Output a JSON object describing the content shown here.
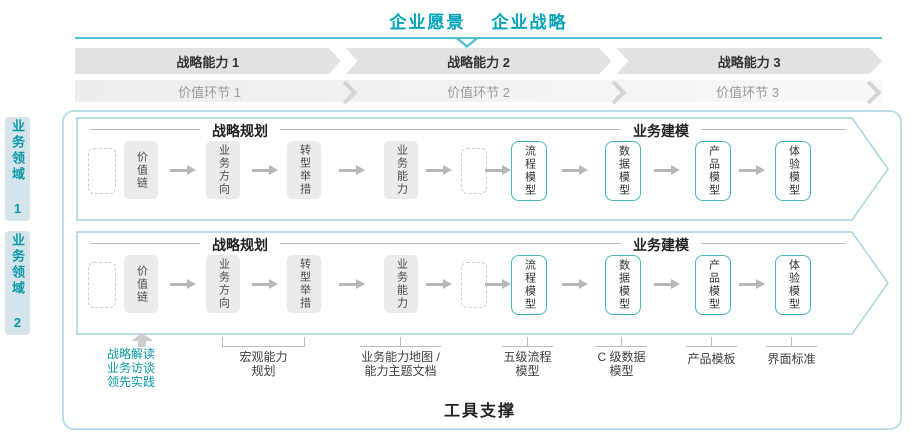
{
  "title": {
    "vision": "企业愿景",
    "strategy": "企业战略"
  },
  "capability_band": [
    "战略能力 1",
    "战略能力 2",
    "战略能力 3"
  ],
  "value_band": [
    "价值环节 1",
    "价值环节 2",
    "价值环节 3"
  ],
  "domain_tabs": [
    "业务领域 1",
    "业务领域 2"
  ],
  "row": {
    "section_titles": [
      "战略规划",
      "业务建模"
    ],
    "gray_boxes": [
      "价值链",
      "业务方向",
      "转型举措",
      "业务能力"
    ],
    "teal_boxes": [
      "流程模型",
      "数据模型",
      "产品模型",
      "体验模型"
    ]
  },
  "annotations": {
    "sources": [
      "战略解读",
      "业务访谈",
      "领先实践"
    ],
    "macro": [
      "宏观能力",
      "规划"
    ],
    "capability_map": [
      "业务能力地图 /",
      "能力主题文档"
    ],
    "process": [
      "五级流程",
      "模型"
    ],
    "data": [
      "C 级数据",
      "模型"
    ],
    "product": "产品模板",
    "ui": "界面标准"
  },
  "footer": "工具支撑",
  "colors": {
    "accent": "#00a3b8",
    "teal_box_border": "#43b7c7",
    "frame_border": "#b9dde9",
    "banner_gray": "#e2e2e2",
    "box_gray": "#ebebeb"
  }
}
